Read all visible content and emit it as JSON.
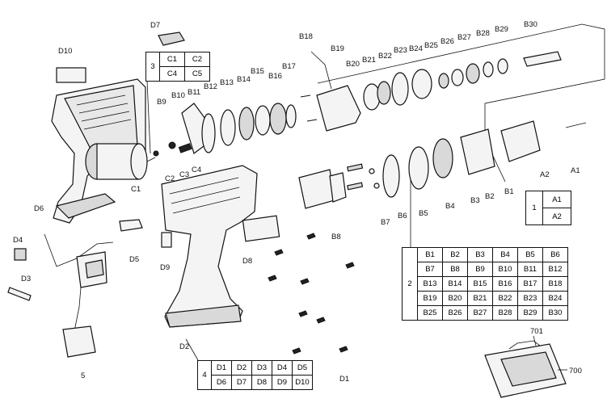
{
  "callouts": {
    "B1": "B1",
    "B2": "B2",
    "B3": "B3",
    "B4": "B4",
    "B5": "B5",
    "B6": "B6",
    "B7": "B7",
    "B8": "B8",
    "B9": "B9",
    "B10": "B10",
    "B11": "B11",
    "B12": "B12",
    "B13": "B13",
    "B14": "B14",
    "B15": "B15",
    "B16": "B16",
    "B17": "B17",
    "B18": "B18",
    "B19": "B19",
    "B20": "B20",
    "B21": "B21",
    "B22": "B22",
    "B23": "B23",
    "B24": "B24",
    "B25": "B25",
    "B26": "B26",
    "B27": "B27",
    "B28": "B28",
    "B29": "B29",
    "B30": "B30",
    "A1": "A1",
    "A2": "A2",
    "C1": "C1",
    "C2": "C2",
    "C3": "C3",
    "C4": "C4",
    "D1": "D1",
    "D2": "D2",
    "D3": "D3",
    "D4": "D4",
    "D5": "D5",
    "D6": "D6",
    "D7": "D7",
    "D8": "D8",
    "D9": "D9",
    "D10": "D10",
    "n5": "5",
    "n700": "700",
    "n701": "701"
  },
  "groups": {
    "g1": {
      "number": "1",
      "rows": [
        [
          "A1"
        ],
        [
          "A2"
        ]
      ]
    },
    "g2": {
      "number": "2",
      "rows": [
        [
          "B1",
          "B2",
          "B3",
          "B4",
          "B5",
          "B6"
        ],
        [
          "B7",
          "B8",
          "B9",
          "B10",
          "B11",
          "B12"
        ],
        [
          "B13",
          "B14",
          "B15",
          "B16",
          "B17",
          "B18"
        ],
        [
          "B19",
          "B20",
          "B21",
          "B22",
          "B23",
          "B24"
        ],
        [
          "B25",
          "B26",
          "B27",
          "B28",
          "B29",
          "B30"
        ]
      ]
    },
    "g3": {
      "number": "3",
      "rows": [
        [
          "C1",
          "C2"
        ],
        [
          "C4",
          "C5"
        ]
      ]
    },
    "g4": {
      "number": "4",
      "rows": [
        [
          "D1",
          "D2",
          "D3",
          "D4",
          "D5"
        ],
        [
          "D6",
          "D7",
          "D8",
          "D9",
          "D10"
        ]
      ]
    }
  }
}
